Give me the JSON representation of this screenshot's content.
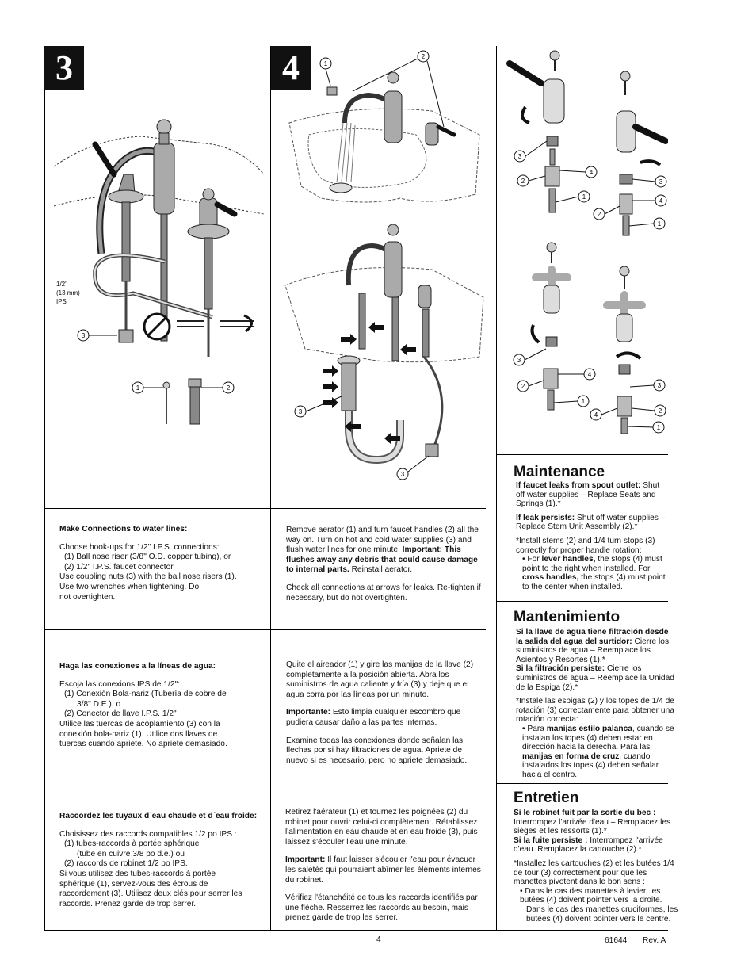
{
  "step3": {
    "number": "3",
    "pipe_label": [
      "1/2\"",
      "(13 mm)",
      "IPS"
    ],
    "callouts": [
      "3",
      "1",
      "2"
    ],
    "en": {
      "heading": "Make Connections to water lines:",
      "lines": [
        "Choose hook-ups for 1/2\" I.P.S. connections:",
        "(1) Ball nose riser (3/8\" O.D. copper tubing), or",
        "(2) 1/2\" I.P.S. faucet connector",
        "Use coupling nuts (3) with the ball nose risers (1).",
        "Use two wrenches when tightening. Do",
        "not overtighten."
      ]
    },
    "es": {
      "heading": "Haga las conexiones a la líneas de agua:",
      "lines": [
        "Escoja las conexions IPS de 1/2\":",
        "(1)  Conexión Bola-nariz (Tubería de cobre de",
        "3/8\" D.E.), o",
        "(2)  Conector de llave I.P.S. 1/2\"",
        "Utilice las tuercas de acoplamiento (3) con la",
        "conexión bola-nariz (1). Utilice dos llaves de",
        "tuercas cuando apriete. No apriete demasiado."
      ]
    },
    "fr": {
      "heading": "Raccordez les tuyaux d´eau chaude et d´eau froide:",
      "lines": [
        "Choisissez des raccords compatibles 1/2 po IPS :",
        "(1)  tubes-raccords à portée sphérique",
        "(tube en cuivre 3/8 po d.e.) ou",
        "(2)  raccords de robinet 1/2 po IPS.",
        "Si vous utilisez des tubes-raccords à portée",
        "sphérique (1), servez-vous des écrous de",
        "raccordement (3). Utilisez deux clés pour serrer les",
        "raccords. Prenez garde de trop serrer."
      ]
    }
  },
  "step4": {
    "number": "4",
    "callouts": [
      "1",
      "2",
      "3",
      "3"
    ],
    "en": {
      "p1_a": "Remove aerator (1) and turn faucet handles (2) all the way on. Turn on hot and cold water supplies (3) and flush water lines for one minute. ",
      "p1_bold": "Important: This flushes away any debris that could cause damage to internal parts.",
      "p1_b": " Reinstall aerator.",
      "p2": "Check all connections at arrows for leaks. Re-tighten if necessary, but do not overtighten."
    },
    "es": {
      "p1": "Quite el aireador (1) y gire las manijas de la llave (2) completamente a la posición abierta. Abra los suministros de agua caliente y fría (3) y deje que el agua corra por las líneas por un minuto.",
      "p2_bold": "Importante:",
      "p2": " Esto limpia cualquier escombro que pudiera causar daño a las partes internas.",
      "p3": "Examine todas las conexiones donde señalan las flechas por si hay filtraciones de agua. Apriete de nuevo si es necesario, pero no apriete demasiado."
    },
    "fr": {
      "p1": "Retirez l'aérateur (1) et tournez les poignées (2) du robinet pour ouvrir celui-ci complètement. Rétablissez l'alimentation en eau chaude et en eau froide (3), puis laissez s'écouler l'eau une minute.",
      "p2_bold": "Important:",
      "p2": " Il faut laisser s'écouler l'eau pour évacuer les saletés qui pourraient abîmer les éléments internes du robinet.",
      "p3": "Vérifiez l'étanchéité de tous les raccords identifiés par une flèche. Resserrez les raccords au besoin, mais prenez garde de trop les serrer."
    }
  },
  "side_diagrams": {
    "lever_left_callouts": [
      "3",
      "2",
      "4",
      "1"
    ],
    "lever_right_callouts": [
      "3",
      "4",
      "2",
      "1"
    ],
    "cross_left_callouts": [
      "3",
      "4",
      "2",
      "1"
    ],
    "cross_right_callouts": [
      "3",
      "4",
      "2",
      "1"
    ]
  },
  "maintenance": {
    "title": "Maintenance",
    "p1_bold": "If faucet leaks from spout outlet:",
    "p1": " Shut off water supplies – Replace Seats and Springs (1).*",
    "p2_bold": "If leak persists:",
    "p2": " Shut off water supplies – Replace Stem Unit Assembly (2).*",
    "p3": "*Install stems (2) and 1/4 turn stops (3) correctly for proper handle rotation:",
    "b1_a": "• For ",
    "b1_bold1": "lever handles,",
    "b1_b": " the stops (4) must point to the right when installed. For ",
    "b1_bold2": "cross handles,",
    "b1_c": " the stops (4) must point to the center when installed."
  },
  "mantenimiento": {
    "title": "Mantenimiento",
    "p1_bold": "Si la llave de agua tiene filtración desde la salida del agua del surtidor:",
    "p1": " Cierre los suministros de agua – Reemplace los Asientos y Resortes (1).*",
    "p2_bold": "Si la filtración persiste:",
    "p2": " Cierre los suministros de agua – Reemplace la Unidad de la Espiga (2).*",
    "p3": "*Instale las espigas (2) y los topes de 1/4 de rotación (3) correctamente para obtener una rotación correcta:",
    "b1_a": "• Para ",
    "b1_bold1": "manijas estilo palanca",
    "b1_b": ", cuando se instalan los topes (4) deben estar en dirección hacia la derecha. Para las ",
    "b1_bold2": "manijas en forma de cruz",
    "b1_c": ", cuando instalados los topes (4) deben señalar hacia el centro."
  },
  "entretien": {
    "title": "Entretien",
    "p1_bold": "Si le robinet fuit par la sortie du bec :",
    "p1": " Interrompez l'arrivée d'eau – Remplacez les sièges et les ressorts (1).*",
    "p2_bold": "Si la fuite persiste :",
    "p2": " Interrompez l'arrivée d'eau. Remplacez la cartouche (2).*",
    "p3": "*Installez les cartouches (2) et les butées 1/4 de tour (3) correctement pour que les manettes pivotent dans le bon sens :",
    "b1": "• Dans le cas des manettes à levier, les butées (4) doivent pointer vers la droite.",
    "b2": "Dans le cas des manettes cruciformes, les butées (4) doivent pointer vers le centre."
  },
  "footer": {
    "page_number": "4",
    "doc_number": "61644",
    "revision": "Rev. A"
  }
}
